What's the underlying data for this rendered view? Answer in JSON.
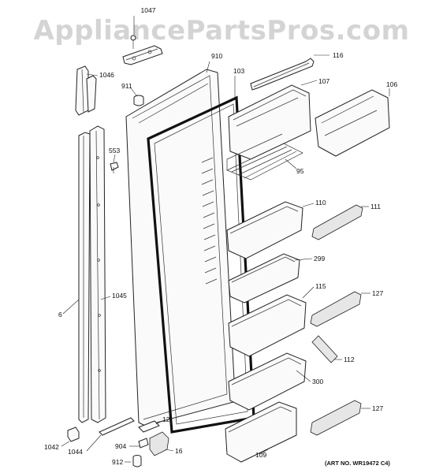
{
  "watermark": "AppliancePartsPros.com",
  "art_number": "(ART NO. WR19472 C4)",
  "callouts": [
    {
      "id": "1047",
      "label": "1047"
    },
    {
      "id": "910",
      "label": "910"
    },
    {
      "id": "116",
      "label": "116"
    },
    {
      "id": "1046",
      "label": "1046"
    },
    {
      "id": "911",
      "label": "911"
    },
    {
      "id": "103",
      "label": "103"
    },
    {
      "id": "107",
      "label": "107"
    },
    {
      "id": "106",
      "label": "106"
    },
    {
      "id": "553",
      "label": "553"
    },
    {
      "id": "95",
      "label": "95"
    },
    {
      "id": "110",
      "label": "110"
    },
    {
      "id": "111",
      "label": "111"
    },
    {
      "id": "299",
      "label": "299"
    },
    {
      "id": "1045",
      "label": "1045"
    },
    {
      "id": "115",
      "label": "115"
    },
    {
      "id": "127a",
      "label": "127"
    },
    {
      "id": "6",
      "label": "6"
    },
    {
      "id": "112",
      "label": "112"
    },
    {
      "id": "300",
      "label": "300"
    },
    {
      "id": "127b",
      "label": "127"
    },
    {
      "id": "12",
      "label": "12"
    },
    {
      "id": "1042",
      "label": "1042"
    },
    {
      "id": "1044",
      "label": "1044"
    },
    {
      "id": "904",
      "label": "904"
    },
    {
      "id": "16",
      "label": "16"
    },
    {
      "id": "912",
      "label": "912"
    },
    {
      "id": "109",
      "label": "109"
    }
  ]
}
